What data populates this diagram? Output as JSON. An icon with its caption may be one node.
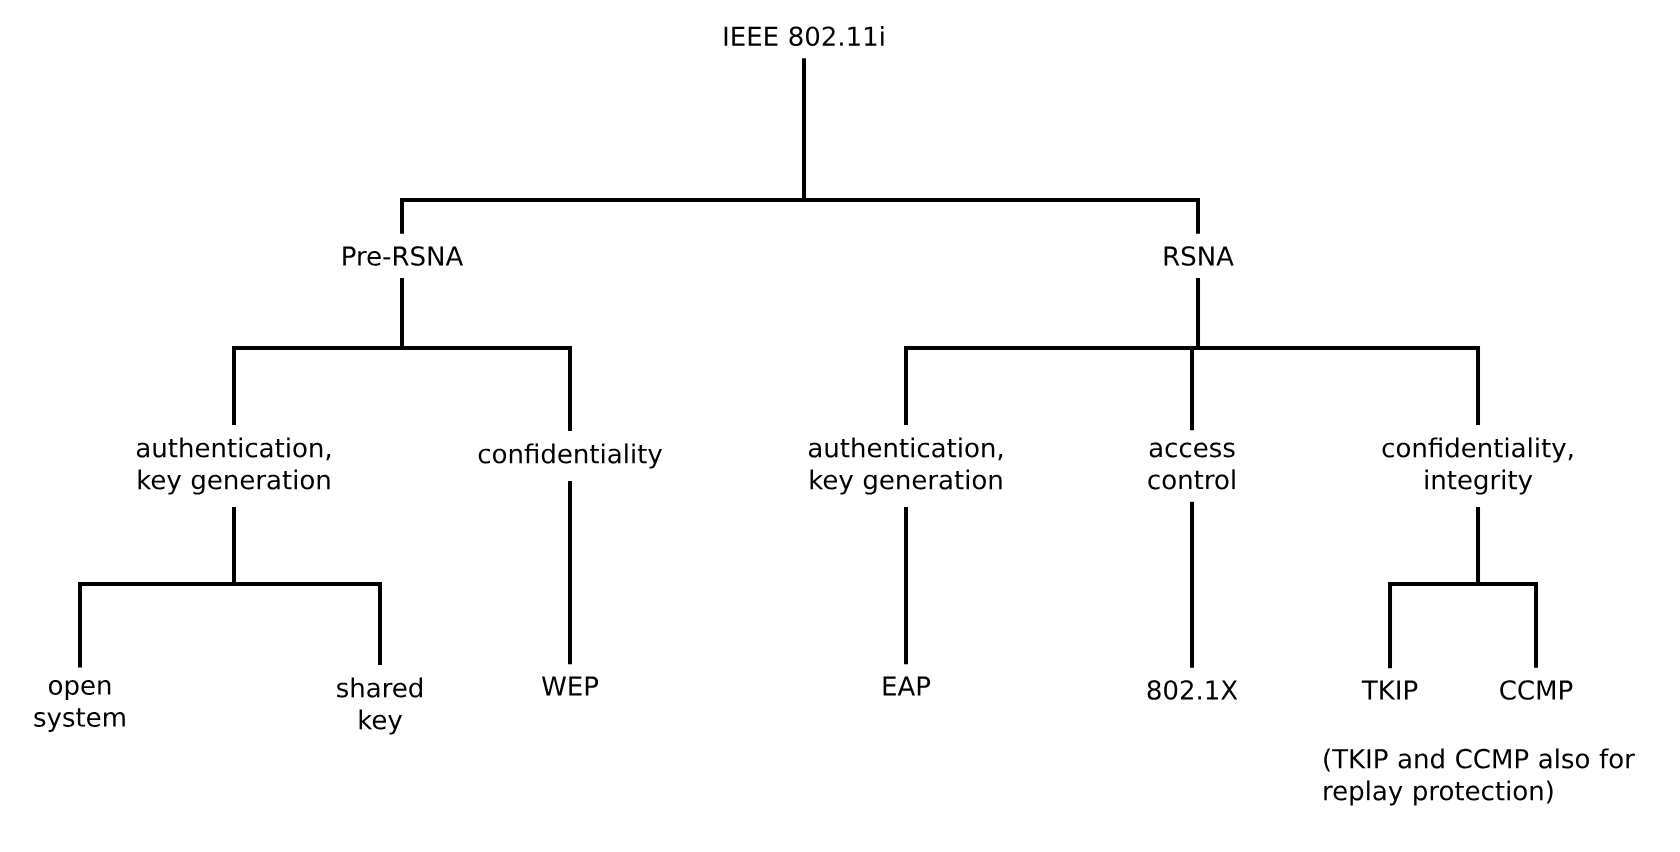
{
  "diagram": {
    "nodes": [
      {
        "text": [
          "IEEE 802.11i"
        ]
      },
      {
        "text": [
          "Pre-RSNA"
        ]
      },
      {
        "text": [
          "RSNA"
        ]
      },
      {
        "text": [
          "authentication, key generation"
        ]
      },
      {
        "text": [
          "confidentiality"
        ]
      },
      {
        "text": [
          "authentication, key generation"
        ]
      },
      {
        "text": [
          "access control"
        ]
      },
      {
        "text": [
          "confidentiality, integrity"
        ]
      },
      {
        "text": [
          "open system"
        ]
      },
      {
        "text": [
          "shared key"
        ]
      },
      {
        "text": [
          "WEP"
        ]
      },
      {
        "text": [
          "EAP"
        ]
      },
      {
        "text": [
          "802.1X"
        ]
      },
      {
        "text": [
          "TKIP"
        ]
      },
      {
        "text": [
          "CCMP"
        ]
      }
    ],
    "edges": [
      {
        "from": 0,
        "to": 1,
        "arrow": "none"
      },
      {
        "from": 0,
        "to": 2,
        "arrow": "none"
      },
      {
        "from": 1,
        "to": 3,
        "arrow": "none"
      },
      {
        "from": 1,
        "to": 4,
        "arrow": "none"
      },
      {
        "from": 2,
        "to": 5,
        "arrow": "none"
      },
      {
        "from": 2,
        "to": 6,
        "arrow": "none"
      },
      {
        "from": 2,
        "to": 7,
        "arrow": "none"
      },
      {
        "from": 3,
        "to": 8,
        "arrow": "none"
      },
      {
        "from": 3,
        "to": 9,
        "arrow": "none"
      },
      {
        "from": 4,
        "to": 10,
        "arrow": "none"
      },
      {
        "from": 5,
        "to": 11,
        "arrow": "none"
      },
      {
        "from": 6,
        "to": 12,
        "arrow": "none"
      },
      {
        "from": 7,
        "to": 13,
        "arrow": "none"
      },
      {
        "from": 7,
        "to": 14,
        "arrow": "none"
      }
    ],
    "labels": [
      "(TKIP and CCMP also for replay protection)"
    ]
  }
}
